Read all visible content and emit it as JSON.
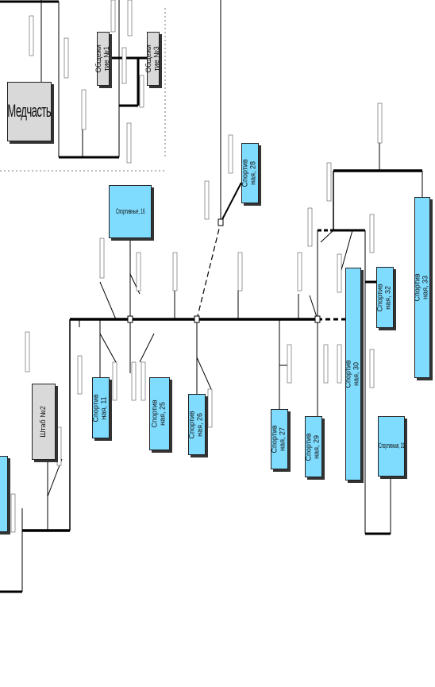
{
  "colors": {
    "consumer_fill": "#7fdcff",
    "building_fill": "#d9d9d9",
    "line": "#000000",
    "outline": "#222222"
  },
  "labels": {
    "medchast": "Медчасть",
    "dorm1": "Общежи\nтие №1",
    "dorm3": "Общежи\nтие №3",
    "s16": "Спортивные, 16",
    "s28": "Спортив\nная, 28",
    "s11": "Спортив\nная, 11",
    "s25": "Спортив\nная, 25",
    "s26": "Спортив\nная, 26",
    "s27": "Спортив\nная, 27",
    "s29": "Спортив\nная, 29",
    "s30": "Спортив\nная, 30",
    "s32": "Спортив\nная, 32",
    "s33": "Спортив\nная, 33",
    "s31": "Спортивная, 31",
    "hq2": "Штаб №2"
  }
}
